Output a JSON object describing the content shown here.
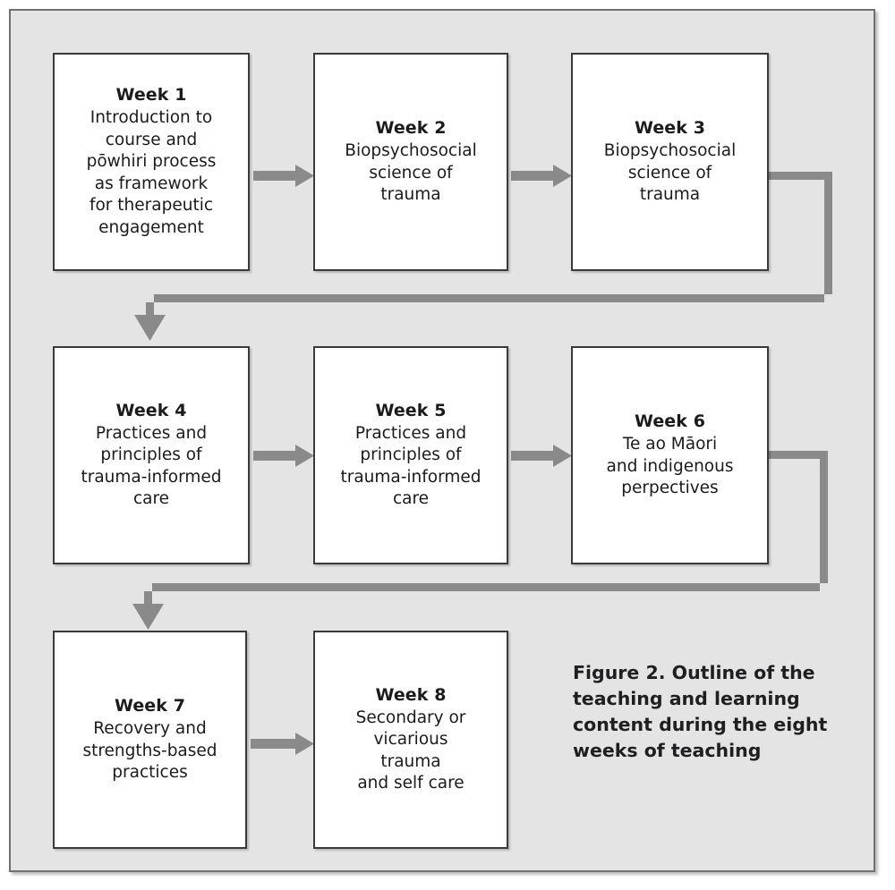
{
  "figure": {
    "caption": "Figure 2. Outline of the teaching and learning content during the eight weeks of teaching",
    "background_color": "#e4e4e4",
    "box_fill_color": "#ffffff",
    "box_border_color": "#3a3a3c",
    "arrow_color": "#8a8a8a",
    "text_color": "#1b1b1d"
  },
  "boxes": [
    {
      "id": "week-1",
      "title": "Week 1",
      "body": "Introduction to\ncourse and\npōwhiri process\nas framework\nfor therapeutic\nengagement"
    },
    {
      "id": "week-2",
      "title": "Week 2",
      "body": "Biopsychosocial\nscience of\ntrauma"
    },
    {
      "id": "week-3",
      "title": "Week 3",
      "body": "Biopsychosocial\nscience of\ntrauma"
    },
    {
      "id": "week-4",
      "title": "Week 4",
      "body": "Practices and\nprinciples of\ntrauma-informed\ncare"
    },
    {
      "id": "week-5",
      "title": "Week 5",
      "body": "Practices and\nprinciples of\ntrauma-informed\ncare"
    },
    {
      "id": "week-6",
      "title": "Week 6",
      "body": "Te ao Māori\nand indigenous\nperpectives"
    },
    {
      "id": "week-7",
      "title": "Week 7",
      "body": "Recovery and\nstrengths-based\npractices"
    },
    {
      "id": "week-8",
      "title": "Week 8",
      "body": "Secondary or\nvicarious\ntrauma\nand self care"
    }
  ],
  "connectors": [
    {
      "id": "arrow-week1-week2",
      "from": "week-1",
      "to": "week-2",
      "kind": "straight-right"
    },
    {
      "id": "arrow-week2-week3",
      "from": "week-2",
      "to": "week-3",
      "kind": "straight-right"
    },
    {
      "id": "arrow-week3-week4",
      "from": "week-3",
      "to": "week-4",
      "kind": "elbow-wrap-down"
    },
    {
      "id": "arrow-week4-week5",
      "from": "week-4",
      "to": "week-5",
      "kind": "straight-right"
    },
    {
      "id": "arrow-week5-week6",
      "from": "week-5",
      "to": "week-6",
      "kind": "straight-right"
    },
    {
      "id": "arrow-week6-week7",
      "from": "week-6",
      "to": "week-7",
      "kind": "elbow-wrap-down"
    },
    {
      "id": "arrow-week7-week8",
      "from": "week-7",
      "to": "week-8",
      "kind": "straight-right"
    }
  ]
}
